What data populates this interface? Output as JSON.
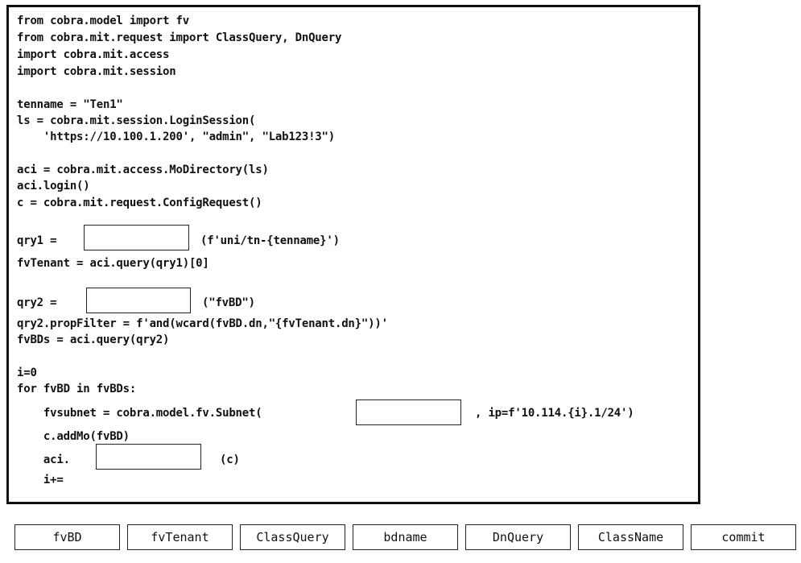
{
  "code": {
    "lines": [
      "from cobra.model import fv",
      "from cobra.mit.request import ClassQuery, DnQuery",
      "import cobra.mit.access",
      "import cobra.mit.session",
      "tenname = \"Ten1\"",
      "ls = cobra.mit.session.LoginSession(",
      "    'https://10.100.1.200', \"admin\", \"Lab123!3\")",
      "aci = cobra.mit.access.MoDirectory(ls)",
      "aci.login()",
      "c = cobra.mit.request.ConfigRequest()",
      "qry1 =",
      "(f'uni/tn-{tenname}')",
      "fvTenant = aci.query(qry1)[0]",
      "qry2 =",
      "(\"fvBD\")",
      "qry2.propFilter = f'and(wcard(fvBD.dn,\"{fvTenant.dn}\"))'",
      "fvBDs = aci.query(qry2)",
      "i=0",
      "for fvBD in fvBDs:",
      "    fvsubnet = cobra.model.fv.Subnet(",
      ", ip=f'10.114.{i}.1/24')",
      "    c.addMo(fvBD)",
      "    aci.",
      "(c)",
      "    i+="
    ]
  },
  "answer_options": [
    "fvBD",
    "fvTenant",
    "ClassQuery",
    "bdname",
    "DnQuery",
    "ClassName",
    "commit"
  ]
}
